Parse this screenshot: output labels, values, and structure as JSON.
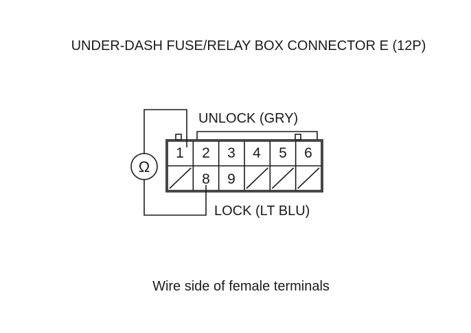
{
  "title": "UNDER-DASH FUSE/RELAY BOX CONNECTOR E (12P)",
  "unlock_label": "UNLOCK (GRY)",
  "lock_label": "LOCK (LT BLU)",
  "meter_symbol": "Ω",
  "top_row_pins": [
    "1",
    "2",
    "3",
    "4",
    "5",
    "6"
  ],
  "bottom_row_pins": [
    "",
    "8",
    "9",
    "",
    "",
    ""
  ],
  "caption": "Wire side of female terminals"
}
